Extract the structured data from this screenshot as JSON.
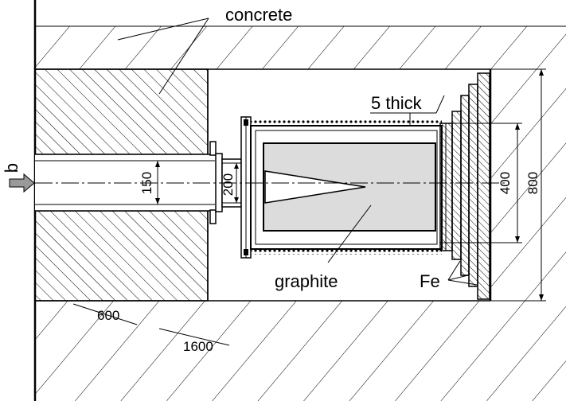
{
  "labels": {
    "material_concrete": "concrete",
    "material_graphite": "graphite",
    "material_iron": "Fe",
    "thickness_note": "5 thick",
    "beam_symbol": "q"
  },
  "dimensions": {
    "tube_diameter": "150",
    "flange_diameter": "200",
    "target_height": "400",
    "iron_height": "800",
    "cavity_depth": "600",
    "overall_length": "1600"
  },
  "colors": {
    "line": "#000000",
    "concrete_fill": "#ffffff",
    "graphite_fill": "#dcdcdc",
    "beam_arrow": "#9a9a9a"
  }
}
